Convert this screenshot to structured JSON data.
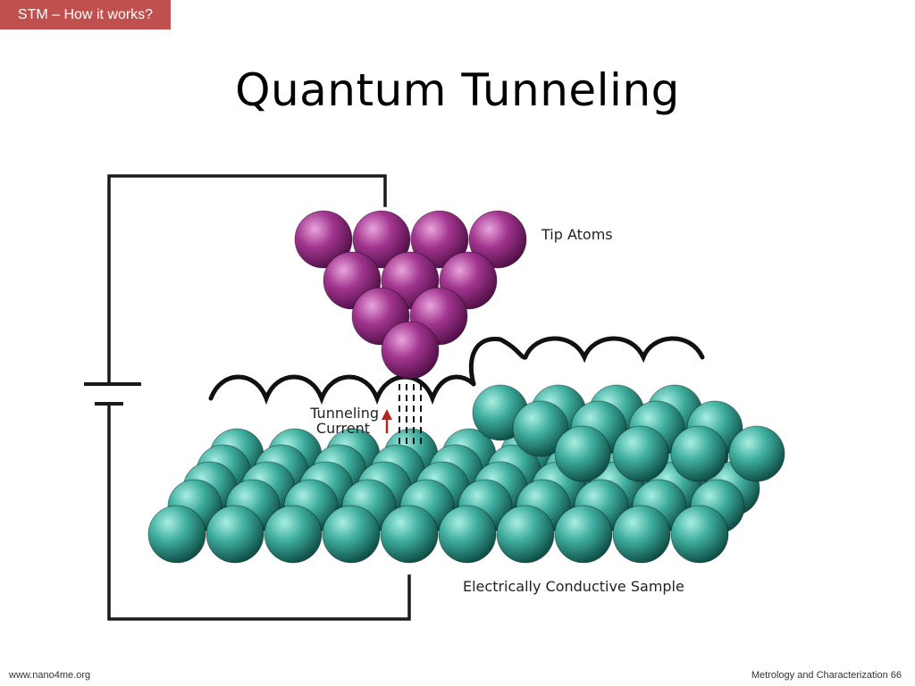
{
  "slide": {
    "section_tag": "STM – How it works?",
    "title": "Quantum Tunneling",
    "footer_left": "www.nano4me.org",
    "footer_right": "Metrology and Characterization 66"
  },
  "diagram": {
    "labels": {
      "tip": "Tip Atoms",
      "tunneling_line1": "Tunneling",
      "tunneling_line2": "Current",
      "sample": "Electrically Conductive Sample"
    },
    "colors": {
      "tip_atom": "#9c2f8a",
      "sample_atom": "#3aa79a",
      "circuit": "#1a1a1a",
      "current_arrow": "#b0281f",
      "tag_background": "#c0504d"
    }
  }
}
